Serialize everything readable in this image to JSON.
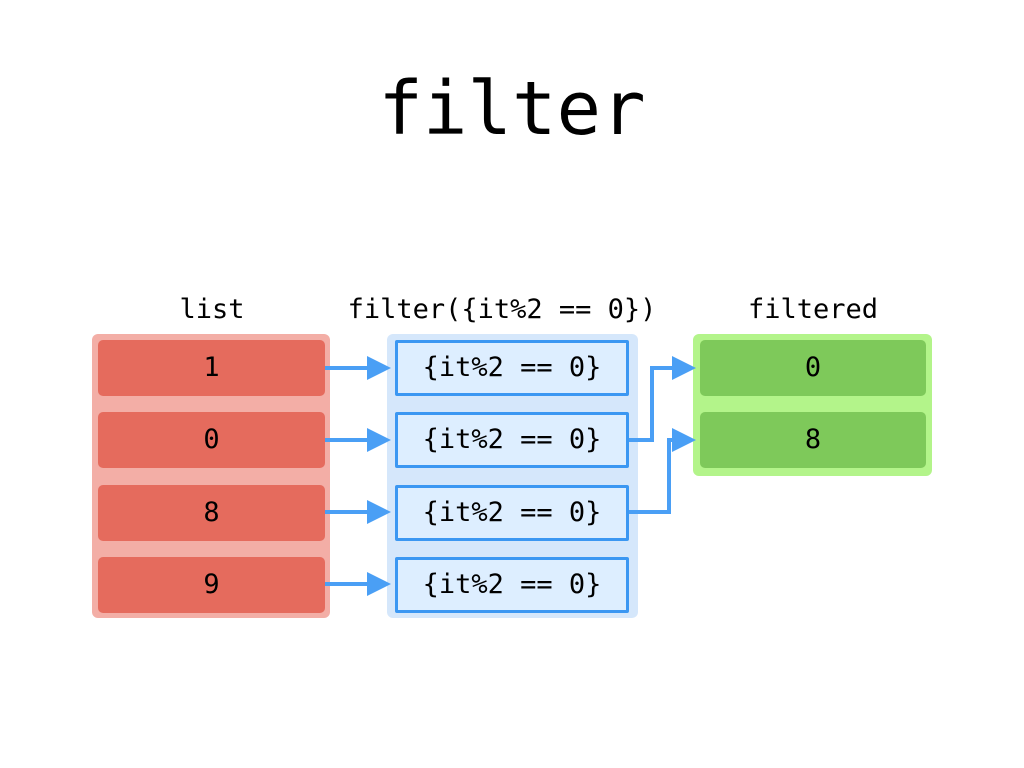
{
  "title": "filter",
  "labels": {
    "list": "list",
    "function": "filter({it%2 == 0})",
    "filtered": "filtered"
  },
  "list_items": [
    "1",
    "0",
    "8",
    "9"
  ],
  "predicate_items": [
    "{it%2 == 0}",
    "{it%2 == 0}",
    "{it%2 == 0}",
    "{it%2 == 0}"
  ],
  "filtered_items": [
    "0",
    "8"
  ],
  "colors": {
    "list_group": "#f3aea6",
    "list_item": "#e56b5d",
    "predicate_group": "#d5e7fb",
    "predicate_border": "#3b97f2",
    "filtered_group": "#b3f48a",
    "filtered_item": "#7ec95a",
    "arrow": "#4a9ff5"
  }
}
